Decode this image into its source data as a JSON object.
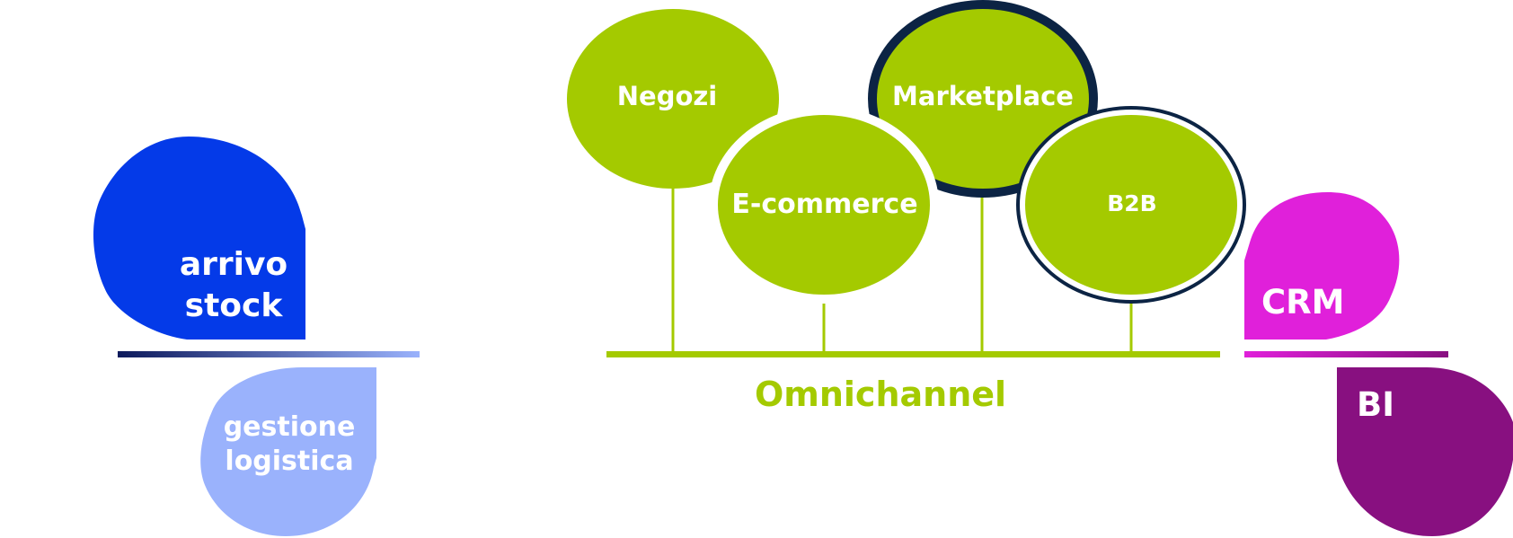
{
  "colors": {
    "stock_blue": "#043ae8",
    "logistics_blue": "#9ab2fc",
    "divider_dark": "#0d1a5c",
    "divider_light": "#9ab2fc",
    "channel_green": "#a4ca00",
    "highlight_outline": "#0c2444",
    "crm_magenta": "#e020da",
    "bi_purple": "#881080",
    "label_text": "#ffffff"
  },
  "left_group": {
    "top_label_line1": "arrivo",
    "top_label_line2": "stock",
    "bottom_label_line1": "gestione",
    "bottom_label_line2": "logistica"
  },
  "center_group": {
    "title": "Omnichannel",
    "channels": [
      {
        "label": "Negozi",
        "highlighted": false
      },
      {
        "label": "E-commerce",
        "highlighted": false
      },
      {
        "label": "Marketplace",
        "highlighted": true
      },
      {
        "label": "B2B",
        "highlighted": false
      }
    ]
  },
  "right_group": {
    "top_label": "CRM",
    "bottom_label": "BI"
  }
}
